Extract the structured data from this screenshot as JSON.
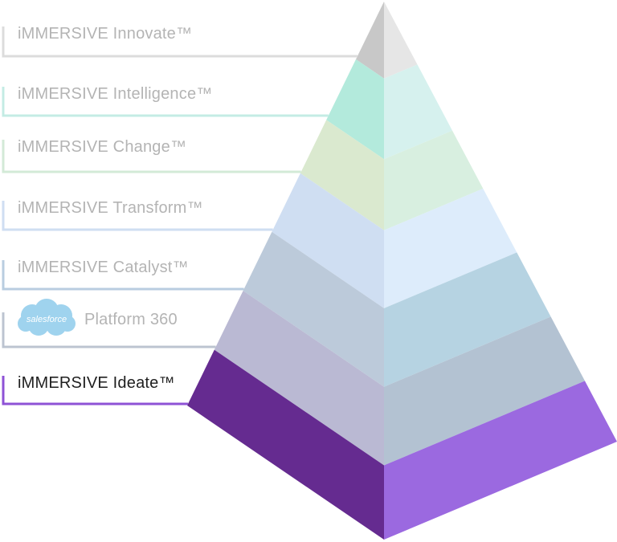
{
  "pyramid": {
    "levels": [
      {
        "label": "iMMERSIVE Innovate™",
        "left_color": "#c8c8c8",
        "right_color": "#e6e6e6",
        "line_color": "#dcdcdc",
        "text_color": "#b4b4b4"
      },
      {
        "label": "iMMERSIVE Intelligence™",
        "left_color": "#b3eadc",
        "right_color": "#d6f1ee",
        "line_color": "#c4ece4",
        "text_color": "#b4b4b4"
      },
      {
        "label": "iMMERSIVE Change™",
        "left_color": "#dae9cf",
        "right_color": "#d8efe0",
        "line_color": "#d3ead7",
        "text_color": "#b4b4b4"
      },
      {
        "label": "iMMERSIVE Transform™",
        "left_color": "#cfdef2",
        "right_color": "#ddecfb",
        "line_color": "#cfdef2",
        "text_color": "#b4b4b4"
      },
      {
        "label": "iMMERSIVE Catalyst™",
        "left_color": "#bccada",
        "right_color": "#b6d3e2",
        "line_color": "#b9cde0",
        "text_color": "#b4b4b4"
      },
      {
        "label": "Platform 360",
        "logo": "salesforce",
        "left_color": "#bab9d3",
        "right_color": "#b3c2d2",
        "line_color": "#bcc4d0",
        "text_color": "#b4b4b4"
      },
      {
        "label": "iMMERSIVE Ideate™",
        "left_color": "#652b90",
        "right_color": "#9b69e0",
        "line_color": "#8e52d6",
        "text_color": "#1f1f1f"
      }
    ]
  }
}
